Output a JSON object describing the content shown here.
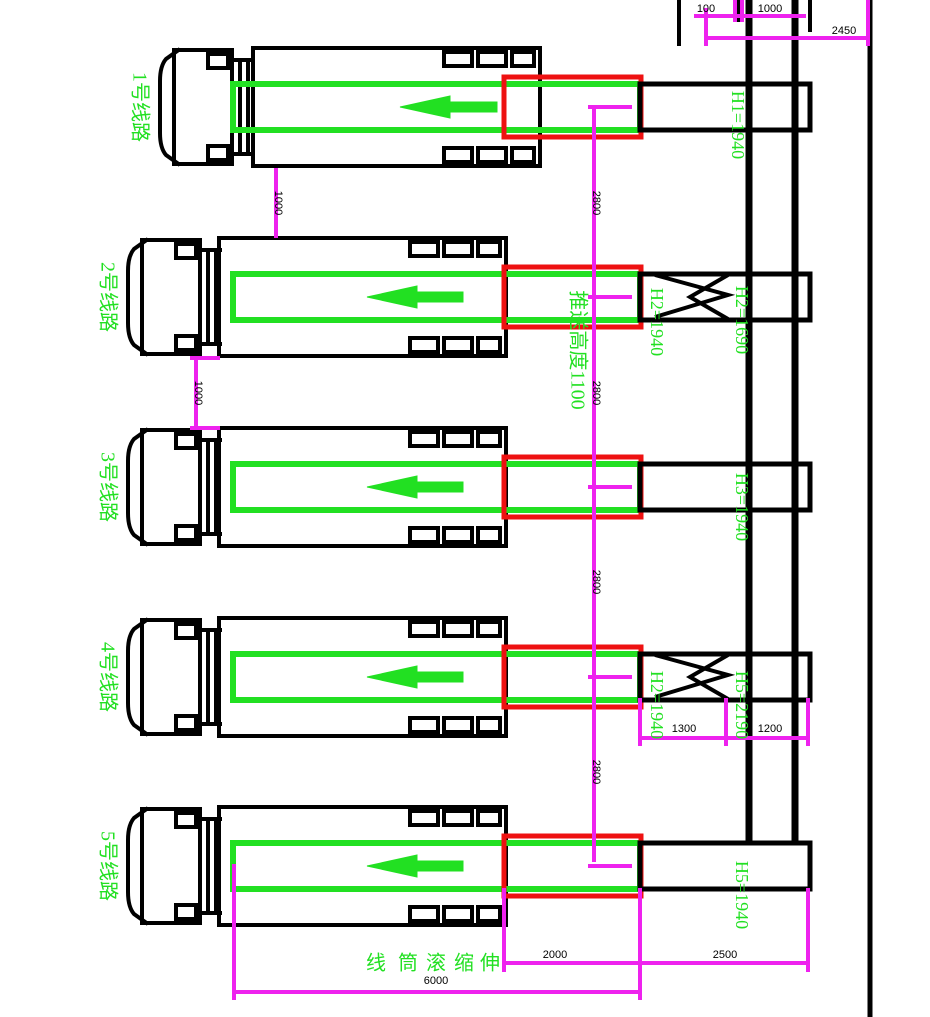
{
  "colors": {
    "outline": "#000000",
    "conveyor": "#22e022",
    "push_zone": "#ee1111",
    "dimension": "#ee22ee",
    "background": "#ffffff"
  },
  "trucks": [
    {
      "line_label": "1号线路",
      "height_label": "H1=1940"
    },
    {
      "line_label": "2号线路",
      "height_label": "H2=1940",
      "height_label_b": "H2=1690"
    },
    {
      "line_label": "3号线路",
      "height_label": "H3=1940"
    },
    {
      "line_label": "4号线路",
      "height_label": "H2=1940",
      "height_label_b": "H5=2190"
    },
    {
      "line_label": "5号线路",
      "height_label": "H5=1940"
    }
  ],
  "push_height_label": "推送高度1100",
  "telescopic_label": [
    "伸",
    "缩",
    "滚",
    "筒",
    "线"
  ],
  "dimensions": {
    "truck_gap_1": "1000",
    "truck_gap_2": "1000",
    "pitch_1": "2800",
    "pitch_2": "2800",
    "pitch_3": "2800",
    "pitch_4": "2800",
    "top_100": "100",
    "top_1000": "1000",
    "top_2450": "2450",
    "seg_1300": "1300",
    "seg_1200": "1200",
    "bottom_2000": "2000",
    "bottom_2500": "2500",
    "bottom_6000": "6000"
  },
  "icons": [
    "arrow-left-icon",
    "cab-icon"
  ]
}
